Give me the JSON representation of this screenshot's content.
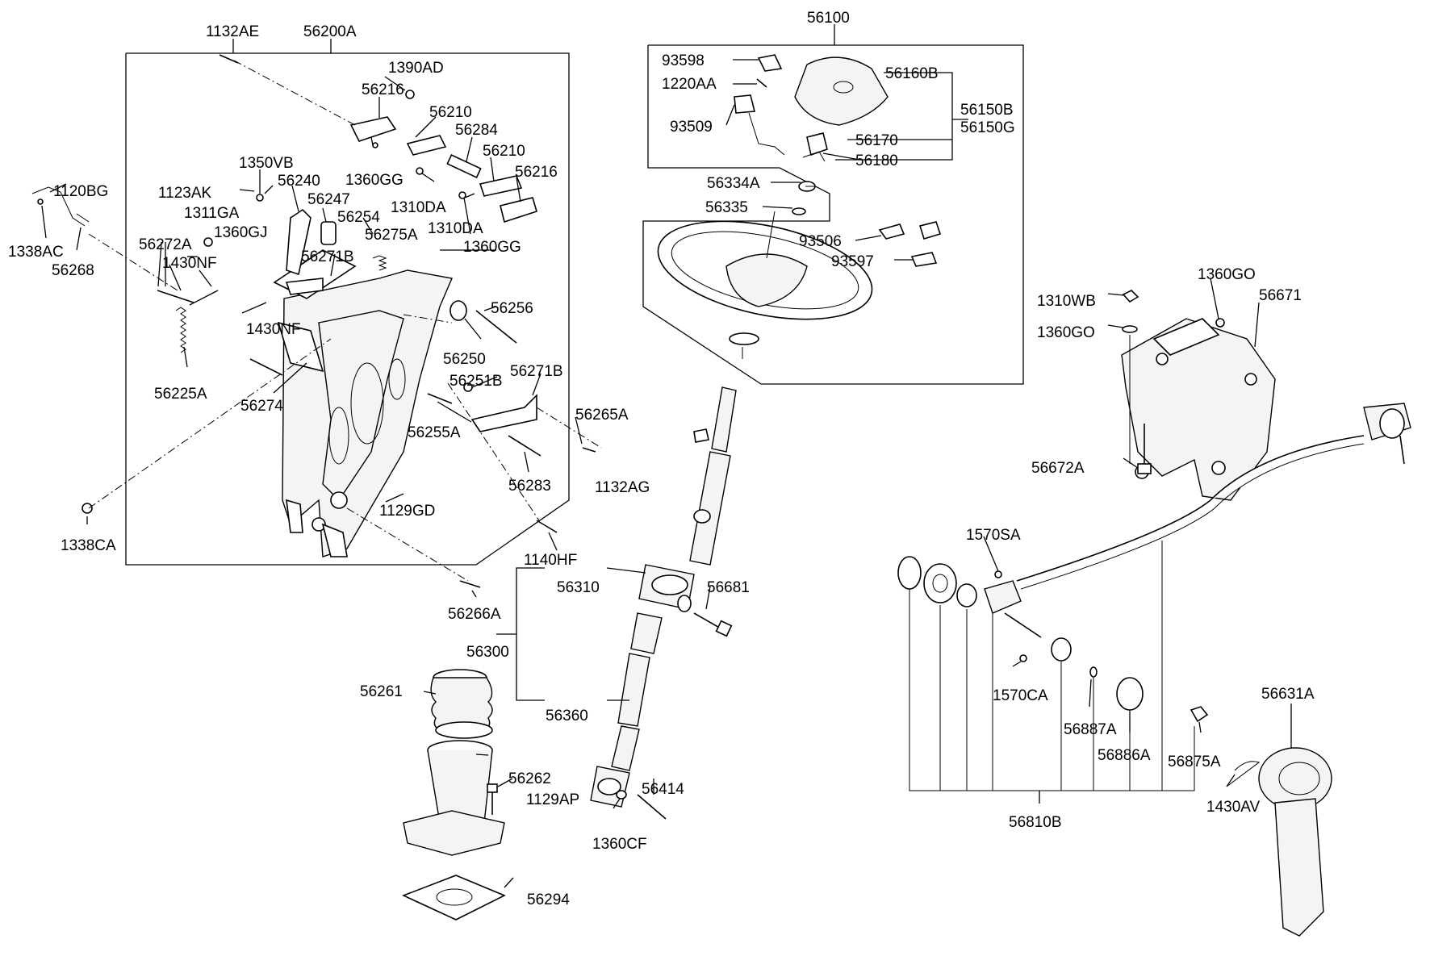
{
  "labels": {
    "l_56100": "56100",
    "l_93598": "93598",
    "l_1220AA": "1220AA",
    "l_56160B": "56160B",
    "l_56150B": "56150B",
    "l_56150G": "56150G",
    "l_93509": "93509",
    "l_56170": "56170",
    "l_56180": "56180",
    "l_56334A": "56334A",
    "l_56335": "56335",
    "l_93506": "93506",
    "l_93597": "93597",
    "l_1132AE": "1132AE",
    "l_56200A": "56200A",
    "l_1390AD": "1390AD",
    "l_56216a": "56216",
    "l_56210a": "56210",
    "l_56284": "56284",
    "l_56210b": "56210",
    "l_56216b": "56216",
    "l_1350VB": "1350VB",
    "l_56240": "56240",
    "l_1360GGa": "1360GG",
    "l_1123AK": "1123AK",
    "l_1310DAa": "1310DA",
    "l_56247": "56247",
    "l_1120BG": "1120BG",
    "l_1311GA": "1311GA",
    "l_56254": "56254",
    "l_1310DAb": "1310DA",
    "l_1360GJ": "1360GJ",
    "l_56275A": "56275A",
    "l_1338AC": "1338AC",
    "l_56272A": "56272A",
    "l_1360GGb": "1360GG",
    "l_56271Ba": "56271B",
    "l_56268": "56268",
    "l_1430NFa": "1430NF",
    "l_56256": "56256",
    "l_1430NFb": "1430NF",
    "l_56250": "56250",
    "l_56271Bb": "56271B",
    "l_56251B": "56251B",
    "l_56225A": "56225A",
    "l_56274": "56274",
    "l_56265A": "56265A",
    "l_56255A": "56255A",
    "l_56283": "56283",
    "l_1132AG": "1132AG",
    "l_1129GD": "1129GD",
    "l_1338CA": "1338CA",
    "l_1140HF": "1140HF",
    "l_56310": "56310",
    "l_56681": "56681",
    "l_56266A": "56266A",
    "l_56300": "56300",
    "l_56261": "56261",
    "l_56360": "56360",
    "l_56262": "56262",
    "l_56414": "56414",
    "l_1129AP": "1129AP",
    "l_1360CF": "1360CF",
    "l_56294": "56294",
    "l_1360GOa": "1360GO",
    "l_1310WB": "1310WB",
    "l_56671": "56671",
    "l_1360GOb": "1360GO",
    "l_56672A": "56672A",
    "l_1570SA": "1570SA",
    "l_1570CA": "1570CA",
    "l_56887A": "56887A",
    "l_56886A": "56886A",
    "l_56875A": "56875A",
    "l_56631A": "56631A",
    "l_1430AV": "1430AV",
    "l_56810B": "56810B"
  }
}
